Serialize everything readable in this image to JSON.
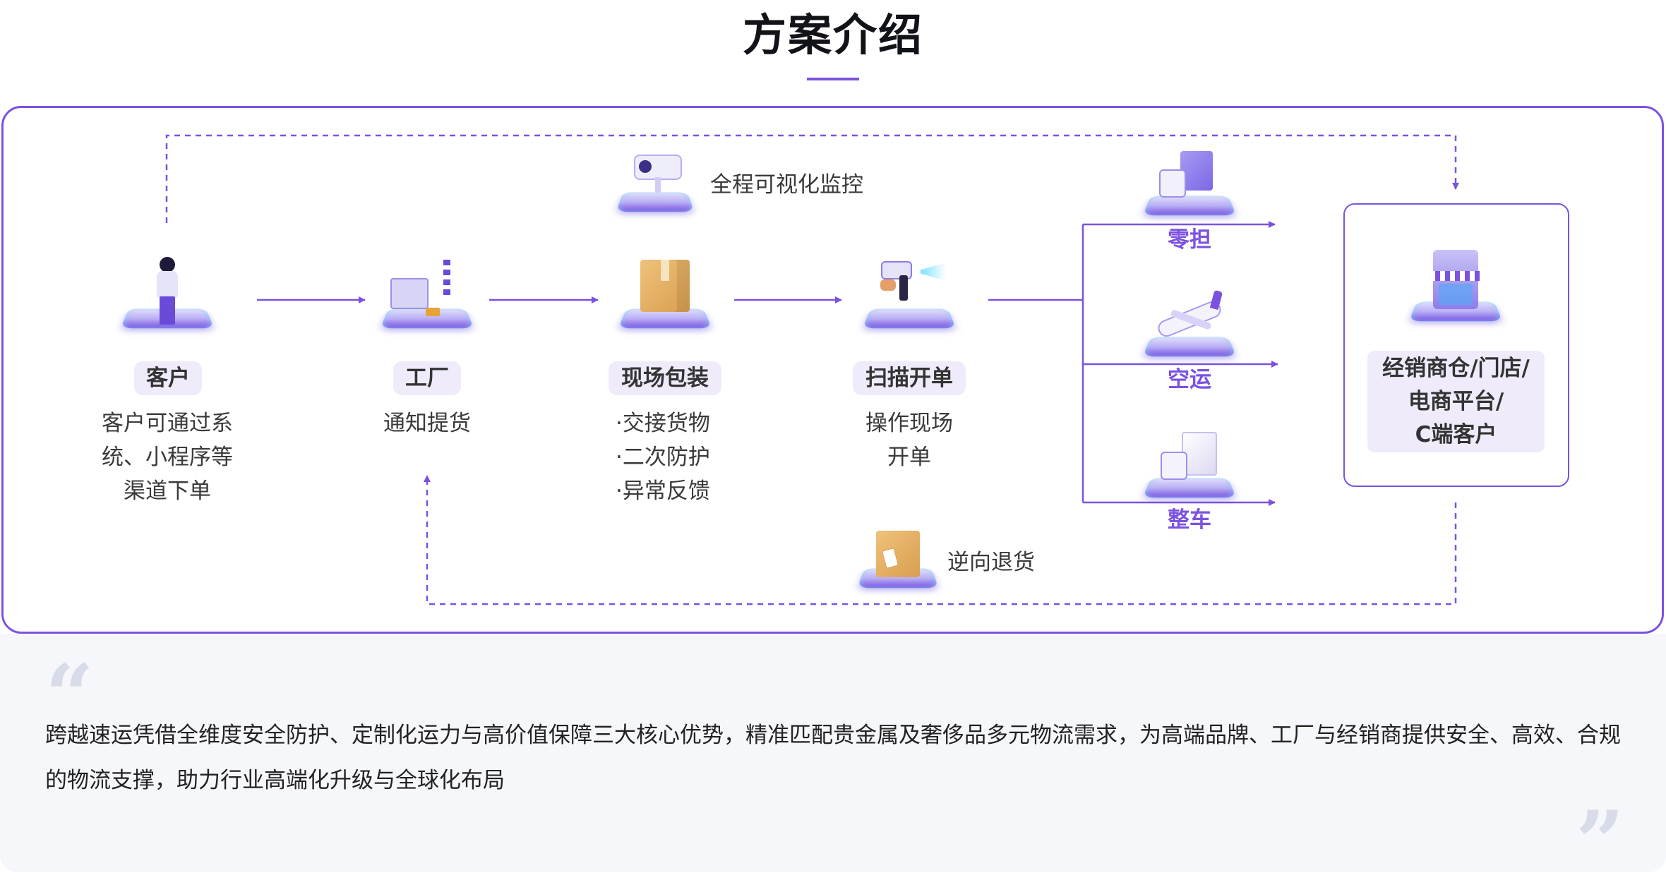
{
  "header": {
    "title": "方案介绍"
  },
  "colors": {
    "accent": "#7B52E0",
    "pill_bg": "#EFEBFB",
    "panel_bg": "#F6F7FB",
    "quote_mark": "#D8DBE8"
  },
  "flow": {
    "stages": [
      {
        "icon": "customer-person-icon",
        "label": "客户",
        "desc": [
          "客户可通过系",
          "统、小程序等",
          "渠道下单"
        ]
      },
      {
        "icon": "factory-icon",
        "label": "工厂",
        "desc": [
          "通知提货"
        ]
      },
      {
        "icon": "package-box-icon",
        "label": "现场包装",
        "desc": [
          "·交接货物",
          "·二次防护",
          "·异常反馈"
        ]
      },
      {
        "icon": "barcode-scanner-icon",
        "label": "扫描开单",
        "desc": [
          "操作现场",
          "开单"
        ]
      }
    ],
    "transport_modes": [
      {
        "icon": "cargo-truck-icon",
        "label": "零担"
      },
      {
        "icon": "airplane-icon",
        "label": "空运"
      },
      {
        "icon": "box-truck-icon",
        "label": "整车"
      }
    ],
    "monitoring": {
      "icon": "security-camera-icon",
      "label": "全程可视化监控"
    },
    "reverse": {
      "icon": "return-package-icon",
      "label": "逆向退货"
    },
    "destination": {
      "icon": "storefront-icon",
      "lines": [
        "经销商仓/门店/",
        "电商平台/",
        "C端客户"
      ]
    }
  },
  "summary": {
    "open_quote": "“",
    "close_quote": "”",
    "text": "跨越速运凭借全维度安全防护、定制化运力与高价值保障三大核心优势，精准匹配贵金属及奢侈品多元物流需求，为高端品牌、工厂与经销商提供安全、高效、合规的物流支撑，助力行业高端化升级与全球化布局"
  }
}
